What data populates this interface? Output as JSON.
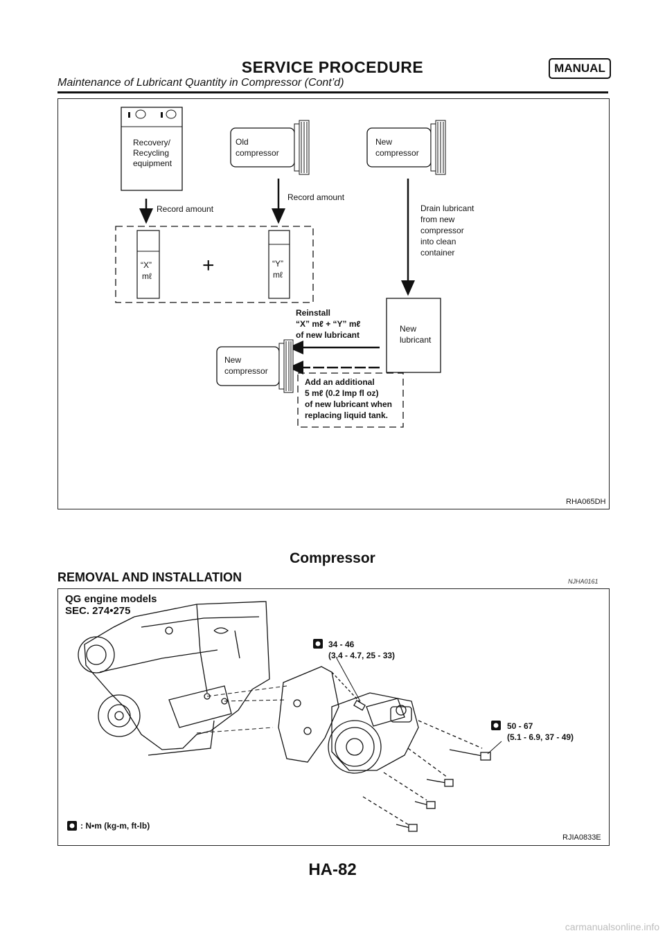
{
  "header": {
    "title": "SERVICE PROCEDURE",
    "badge": "MANUAL",
    "subtitle": "Maintenance of Lubricant Quantity in Compressor (Cont’d)"
  },
  "figure1": {
    "code": "RHA065DH",
    "recovery_label": [
      "Recovery/",
      "Recycling",
      "equipment"
    ],
    "old_compressor_label": [
      "Old",
      "compressor"
    ],
    "new_compressor_label": [
      "New",
      "compressor"
    ],
    "record_amount_1": "Record amount",
    "record_amount_2": "Record amount",
    "drain_label": [
      "Drain lubricant",
      "from new",
      "compressor",
      "into clean",
      "container"
    ],
    "x_label": [
      "“X”",
      "mℓ"
    ],
    "y_label": [
      "“Y”",
      "mℓ"
    ],
    "plus": "+",
    "reinstall_label": [
      "Reinstall",
      "“X” mℓ + “Y” mℓ",
      "of new lubricant"
    ],
    "new_lubricant_label": [
      "New",
      "lubricant"
    ],
    "new_compressor_bottom_label": [
      "New",
      "compressor"
    ],
    "additional_label": [
      "Add an additional",
      "5 mℓ (0.2 Imp fl oz)",
      "of new lubricant when",
      "replacing liquid tank."
    ]
  },
  "section": {
    "title": "Compressor",
    "subtitle": "REMOVAL AND INSTALLATION",
    "ref": "NJHA0161"
  },
  "figure2": {
    "code": "RJIA0833E",
    "engine_label": "QG engine models",
    "sec_label": "SEC. 274•275",
    "torque1": [
      "34 - 46",
      "(3.4 - 4.7, 25 - 33)"
    ],
    "torque2": [
      "50 - 67",
      "(5.1 - 6.9, 37 - 49)"
    ],
    "legend": ": N•m (kg-m, ft-lb)"
  },
  "footer": {
    "page_number": "HA-82",
    "watermark": "carmanualsonline.info"
  }
}
